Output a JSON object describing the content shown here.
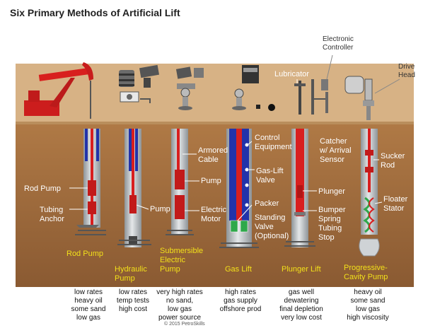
{
  "title": "Six Primary Methods of Artificial Lift",
  "surface_labels": {
    "electronic_controller": [
      "Electronic",
      "Controller"
    ],
    "drive_head": [
      "Drive",
      "Head"
    ],
    "lubricator": "Lubricator"
  },
  "callouts": {
    "rod_pump": "Rod Pump",
    "tubing_anchor": [
      "Tubing",
      "Anchor"
    ],
    "pump_hydraulic": "Pump",
    "armored_cable": [
      "Armored",
      "Cable"
    ],
    "pump_esp": "Pump",
    "electric_motor": [
      "Electric",
      "Motor"
    ],
    "control_equipment": [
      "Control",
      "Equipment"
    ],
    "gas_lift_valve": [
      "Gas-Lift",
      "Valve"
    ],
    "packer": "Packer",
    "standing_valve": [
      "Standing",
      "Valve",
      "(Optional)"
    ],
    "catcher": [
      "Catcher",
      "w/ Arrival",
      "Sensor"
    ],
    "plunger": "Plunger",
    "bumper_spring": [
      "Bumper",
      "Spring"
    ],
    "tubing_stop": [
      "Tubing",
      "Stop"
    ],
    "sucker_rod": [
      "Sucker",
      "Rod"
    ],
    "floater_stator": [
      "Floater",
      "Stator"
    ]
  },
  "methods": [
    {
      "name": [
        "Rod Pump"
      ],
      "notes": [
        "low rates",
        "heavy oil",
        "some sand",
        "low gas"
      ]
    },
    {
      "name": [
        "Hydraulic",
        "Pump"
      ],
      "notes": [
        "low rates",
        "temp tests",
        "high cost"
      ]
    },
    {
      "name": [
        "Submersible",
        "Electric",
        "Pump"
      ],
      "notes": [
        "very high rates",
        "no sand,",
        "low gas",
        "power source"
      ]
    },
    {
      "name": [
        "Gas Lift"
      ],
      "notes": [
        "high rates",
        "gas supply",
        "offshore prod"
      ]
    },
    {
      "name": [
        "Plunger Lift"
      ],
      "notes": [
        "gas well",
        "dewatering",
        "final depletion",
        "very low cost"
      ]
    },
    {
      "name": [
        "Progressive-",
        "Cavity Pump"
      ],
      "notes": [
        "heavy oil",
        "some sand",
        "low gas",
        "high viscosity"
      ]
    }
  ],
  "copyright": "© 2015 PetroSkills",
  "colors": {
    "earth": "#9c6a3c",
    "ground": "#d4ae82",
    "tubing": "#cfd3d6",
    "red": "#d81f1f",
    "blue": "#2233aa",
    "yellow": "#f2e01a"
  }
}
